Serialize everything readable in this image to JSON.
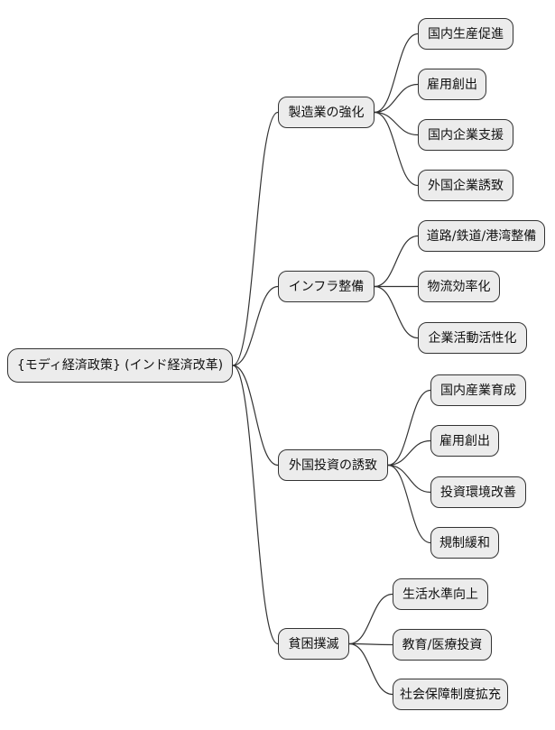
{
  "diagram": {
    "type": "mindmap",
    "root": {
      "label": "{モディ経済政策} (インド経済改革)"
    },
    "branches": [
      {
        "label": "製造業の強化",
        "children": [
          "国内生産促進",
          "雇用創出",
          "国内企業支援",
          "外国企業誘致"
        ]
      },
      {
        "label": "インフラ整備",
        "children": [
          "道路/鉄道/港湾整備",
          "物流効率化",
          "企業活動活性化"
        ]
      },
      {
        "label": "外国投資の誘致",
        "children": [
          "国内産業育成",
          "雇用創出",
          "投資環境改善",
          "規制緩和"
        ]
      },
      {
        "label": "貧困撲滅",
        "children": [
          "生活水準向上",
          "教育/医療投資",
          "社会保障制度拡充"
        ]
      }
    ]
  },
  "colors": {
    "background": "#ffffff",
    "node_fill": "#ececec",
    "node_border": "#333333",
    "edge": "#333333",
    "text": "#111111"
  }
}
